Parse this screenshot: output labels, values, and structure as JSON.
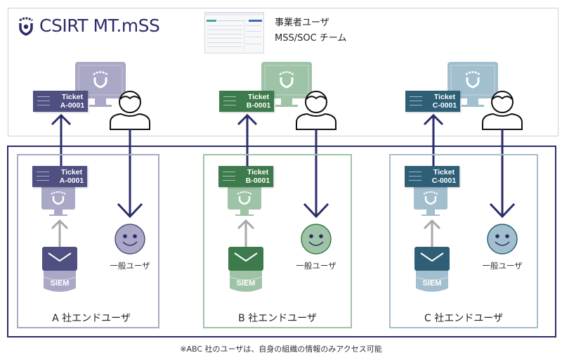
{
  "header": {
    "logo_text": "CSIRT MT.mS S",
    "logo_display": "CSIRT MT.mSS",
    "roles": [
      "事業者ユーザ",
      "MSS/SOC チーム"
    ]
  },
  "colors": {
    "navy": "#2b2d6a",
    "a_dark": "#4f4f82",
    "a_light": "#a9a8c6",
    "b_dark": "#3d7a4c",
    "b_light": "#9fc3a6",
    "c_dark": "#2e5f77",
    "c_light": "#a2bfcf",
    "gray_arrow": "#a8a8a8"
  },
  "companies": [
    {
      "id": "a",
      "ticket_label": "Ticket",
      "ticket_id": "A-0001",
      "user_label": "一般ユーザ",
      "siem_label": "SIEM",
      "company_label": "A 社エンドユーザ"
    },
    {
      "id": "b",
      "ticket_label": "Ticket",
      "ticket_id": "B-0001",
      "user_label": "一般ユーザ",
      "siem_label": "SIEM",
      "company_label": "B 社エンドユーザ"
    },
    {
      "id": "c",
      "ticket_label": "Ticket",
      "ticket_id": "C-0001",
      "user_label": "一般ユーザ",
      "siem_label": "SIEM",
      "company_label": "C 社エンドユーザ"
    }
  ],
  "footer_note": "※ABC 社のユーザは、自身の組織の情報のみアクセス可能"
}
